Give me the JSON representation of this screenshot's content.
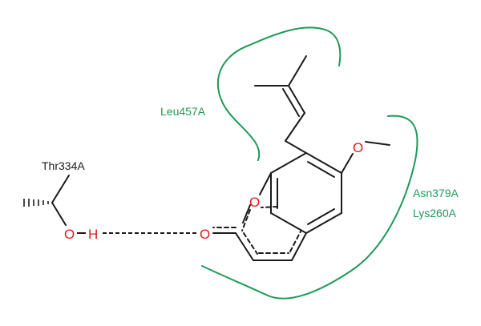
{
  "colors": {
    "residue": "#1e9a58",
    "bond": "#1a1a1a",
    "heteroatom": "#e21a1a"
  },
  "residues": {
    "leu": "Leu457A",
    "asn": "Asn379A",
    "lys": "Lys260A",
    "thr": "Thr334A"
  },
  "atoms": {
    "thr_oxygen": "O",
    "thr_hydrogen": "H",
    "carbonyl_oxygen": "O",
    "ring_oxygen": "O"
  }
}
